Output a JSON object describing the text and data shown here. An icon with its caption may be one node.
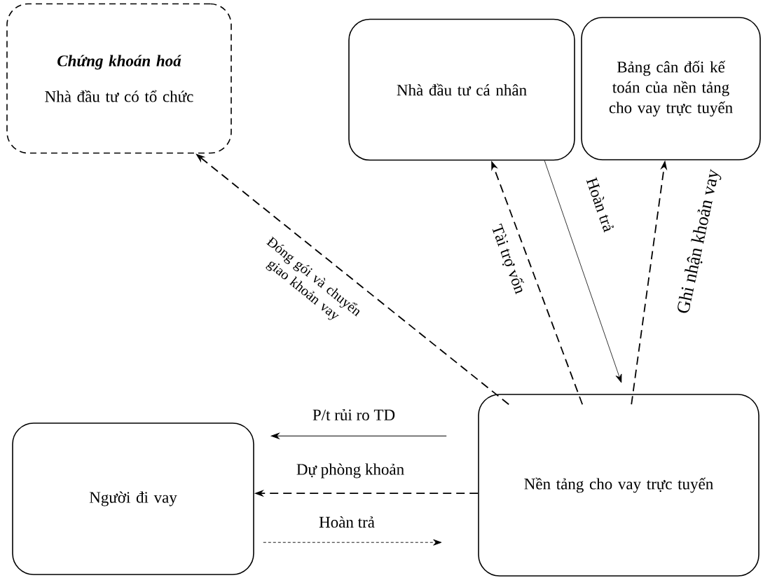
{
  "diagram": {
    "nodes": [
      {
        "text": [
          "Chứng khoán hoá",
          "Nhà đầu tư có tổ chức"
        ]
      },
      {
        "text": [
          "Nhà đầu tư cá nhân"
        ]
      },
      {
        "text": [
          "Bảng cân đối kế toán của nền tảng cho vay trực tuyến"
        ]
      },
      {
        "text": [
          "Người đi vay"
        ]
      },
      {
        "text": [
          "Nền tảng cho vay trực tuyến"
        ]
      }
    ],
    "edges": [
      {
        "from": 4,
        "to": 0,
        "arrow": "to",
        "style": "dashed",
        "label": "Đóng gói và chuyển giao khoản vay"
      },
      {
        "from": 4,
        "to": 1,
        "arrow": "to",
        "style": "dashed",
        "label": "Tài trợ vốn"
      },
      {
        "from": 1,
        "to": 4,
        "arrow": "to",
        "label": "Hoàn trả"
      },
      {
        "from": 4,
        "to": 2,
        "arrow": "to",
        "style": "dashed",
        "label": "Ghi nhận khoản vay"
      },
      {
        "from": 4,
        "to": 3,
        "arrow": "to",
        "label": "P/t rủi ro TD"
      },
      {
        "from": 4,
        "to": 3,
        "arrow": "to",
        "style": "dashed",
        "label": "Dự phòng khoản"
      },
      {
        "from": 3,
        "to": 4,
        "arrow": "to",
        "style": "dashed",
        "label": "Hoàn trả"
      }
    ]
  }
}
